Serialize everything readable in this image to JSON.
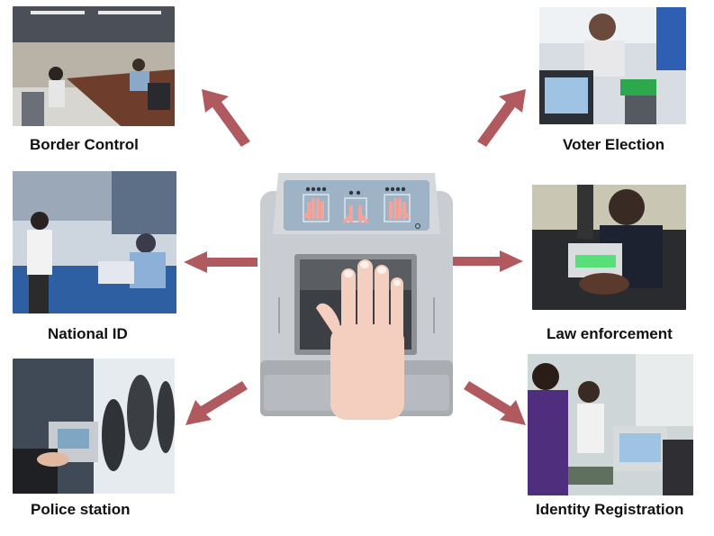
{
  "scenarios": [
    {
      "label": "Border Control"
    },
    {
      "label": "National ID"
    },
    {
      "label": "Police station"
    },
    {
      "label": "Voter Election"
    },
    {
      "label": "Law enforcement"
    },
    {
      "label": "Identity Registration"
    }
  ],
  "colors": {
    "arrow": "#b05a5f",
    "device_body": "#c9ccd0",
    "device_panel": "#9fb3c7",
    "scanner_glass": "#3c3f44",
    "hand": "#f4cfc0"
  },
  "icons": [
    "arrow-icon",
    "left-hand-icon",
    "two-thumbs-icon",
    "right-hand-icon",
    "power-icon"
  ]
}
